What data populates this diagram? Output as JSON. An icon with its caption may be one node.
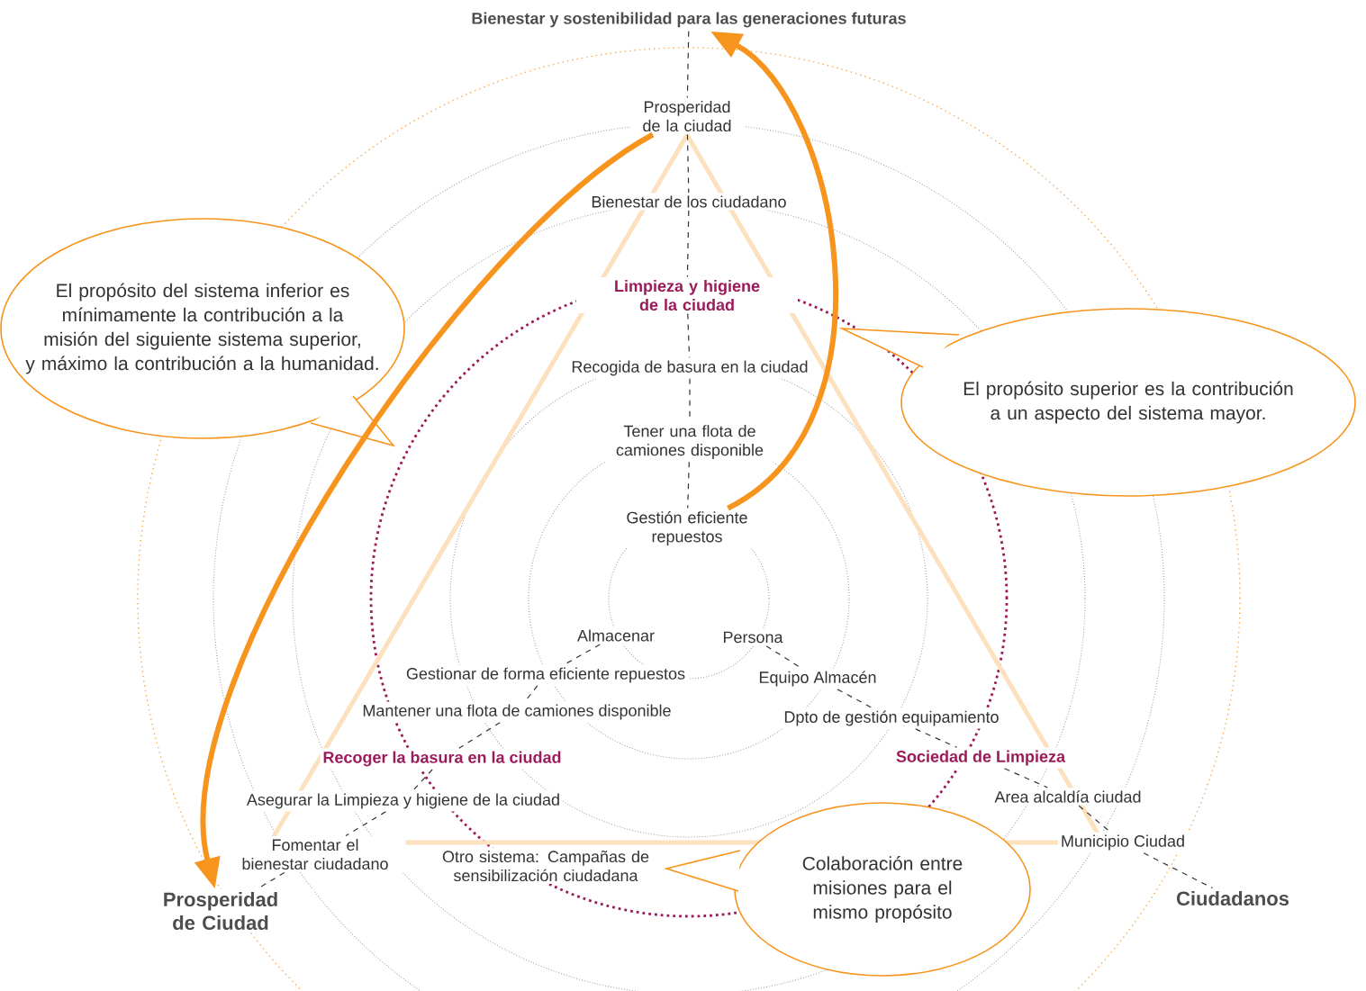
{
  "diagram": {
    "nodes": [
      {
        "text": [
          "Bienestar y sostenibilidad para las generaciones futuras"
        ]
      },
      {
        "text": [
          "Prosperidad de la ciudad"
        ]
      },
      {
        "text": [
          "Bienestar de los ciudadano"
        ]
      },
      {
        "text": [
          "Limpieza y higiene de la ciudad"
        ]
      },
      {
        "text": [
          "El  propósito del sistema inferior es mínimamente la contribución a la misión del siguiente sistema superior, y máximo la contribución a la humanidad."
        ]
      },
      {
        "text": [
          "Recogida de basura en la ciudad"
        ]
      },
      {
        "text": [
          "El propósito superior es la contribución a un aspecto del sistema mayor."
        ]
      },
      {
        "text": [
          "Tener una flota de camiones disponible"
        ]
      },
      {
        "text": [
          "Gestión eficiente repuestos"
        ]
      },
      {
        "text": [
          "Almacenar"
        ]
      },
      {
        "text": [
          "Persona"
        ]
      },
      {
        "text": [
          "Gestionar de forma eficiente repuestos"
        ]
      },
      {
        "text": [
          "Equipo Almacén"
        ]
      },
      {
        "text": [
          "Mantener una flota de camiones disponible"
        ]
      },
      {
        "text": [
          "Dpto de gestión equipamiento"
        ]
      },
      {
        "text": [
          "Recoger la basura en la ciudad"
        ]
      },
      {
        "text": [
          "Sociedad de Limpieza"
        ]
      },
      {
        "text": [
          "Asegurar la Limpieza y higiene de la ciudad"
        ]
      },
      {
        "text": [
          "Area alcaldía ciudad"
        ]
      },
      {
        "text": [
          "Fomentar el bienestar ciudadano"
        ]
      },
      {
        "text": [
          "Municipio Ciudad"
        ]
      },
      {
        "text": [
          "Otro sistema: Campañas de sensibilización ciudadana"
        ]
      },
      {
        "text": [
          "Colaboración entre misiones para el mismo propósito"
        ]
      },
      {
        "text": [
          "Prosperidad de Ciudad"
        ]
      },
      {
        "text": [
          "Ciudadanos"
        ]
      }
    ],
    "edges": [
      {
        "from": 0,
        "to": 1,
        "arrow": "none",
        "style": "dashed"
      },
      {
        "from": 1,
        "to": 2,
        "arrow": "none",
        "style": "dashed"
      },
      {
        "from": 2,
        "to": 3,
        "arrow": "none",
        "style": "dashed"
      },
      {
        "from": 3,
        "to": 5,
        "arrow": "none",
        "style": "dashed"
      },
      {
        "from": 5,
        "to": 7,
        "arrow": "none",
        "style": "dashed"
      },
      {
        "from": 7,
        "to": 8,
        "arrow": "none",
        "style": "dashed"
      },
      {
        "from": 9,
        "to": 11,
        "arrow": "none",
        "style": "dashed"
      },
      {
        "from": 11,
        "to": 13,
        "arrow": "none",
        "style": "dashed"
      },
      {
        "from": 13,
        "to": 15,
        "arrow": "none",
        "style": "dashed"
      },
      {
        "from": 15,
        "to": 17,
        "arrow": "none",
        "style": "dashed"
      },
      {
        "from": 17,
        "to": 19,
        "arrow": "none",
        "style": "dashed"
      },
      {
        "from": 19,
        "to": 23,
        "arrow": "none",
        "style": "dashed"
      },
      {
        "from": 10,
        "to": 12,
        "arrow": "none",
        "style": "dashed"
      },
      {
        "from": 12,
        "to": 14,
        "arrow": "none",
        "style": "dashed"
      },
      {
        "from": 14,
        "to": 16,
        "arrow": "none",
        "style": "dashed"
      },
      {
        "from": 16,
        "to": 18,
        "arrow": "none",
        "style": "dashed"
      },
      {
        "from": 18,
        "to": 20,
        "arrow": "none",
        "style": "dashed"
      },
      {
        "from": 20,
        "to": 24,
        "arrow": "none",
        "style": "dashed"
      },
      {
        "from": 8,
        "to": 0,
        "arrow": "to",
        "style": "thick",
        "color": "#f7941d"
      },
      {
        "from": 1,
        "to": 23,
        "arrow": "to",
        "style": "thick",
        "color": "#f7941d"
      }
    ]
  }
}
